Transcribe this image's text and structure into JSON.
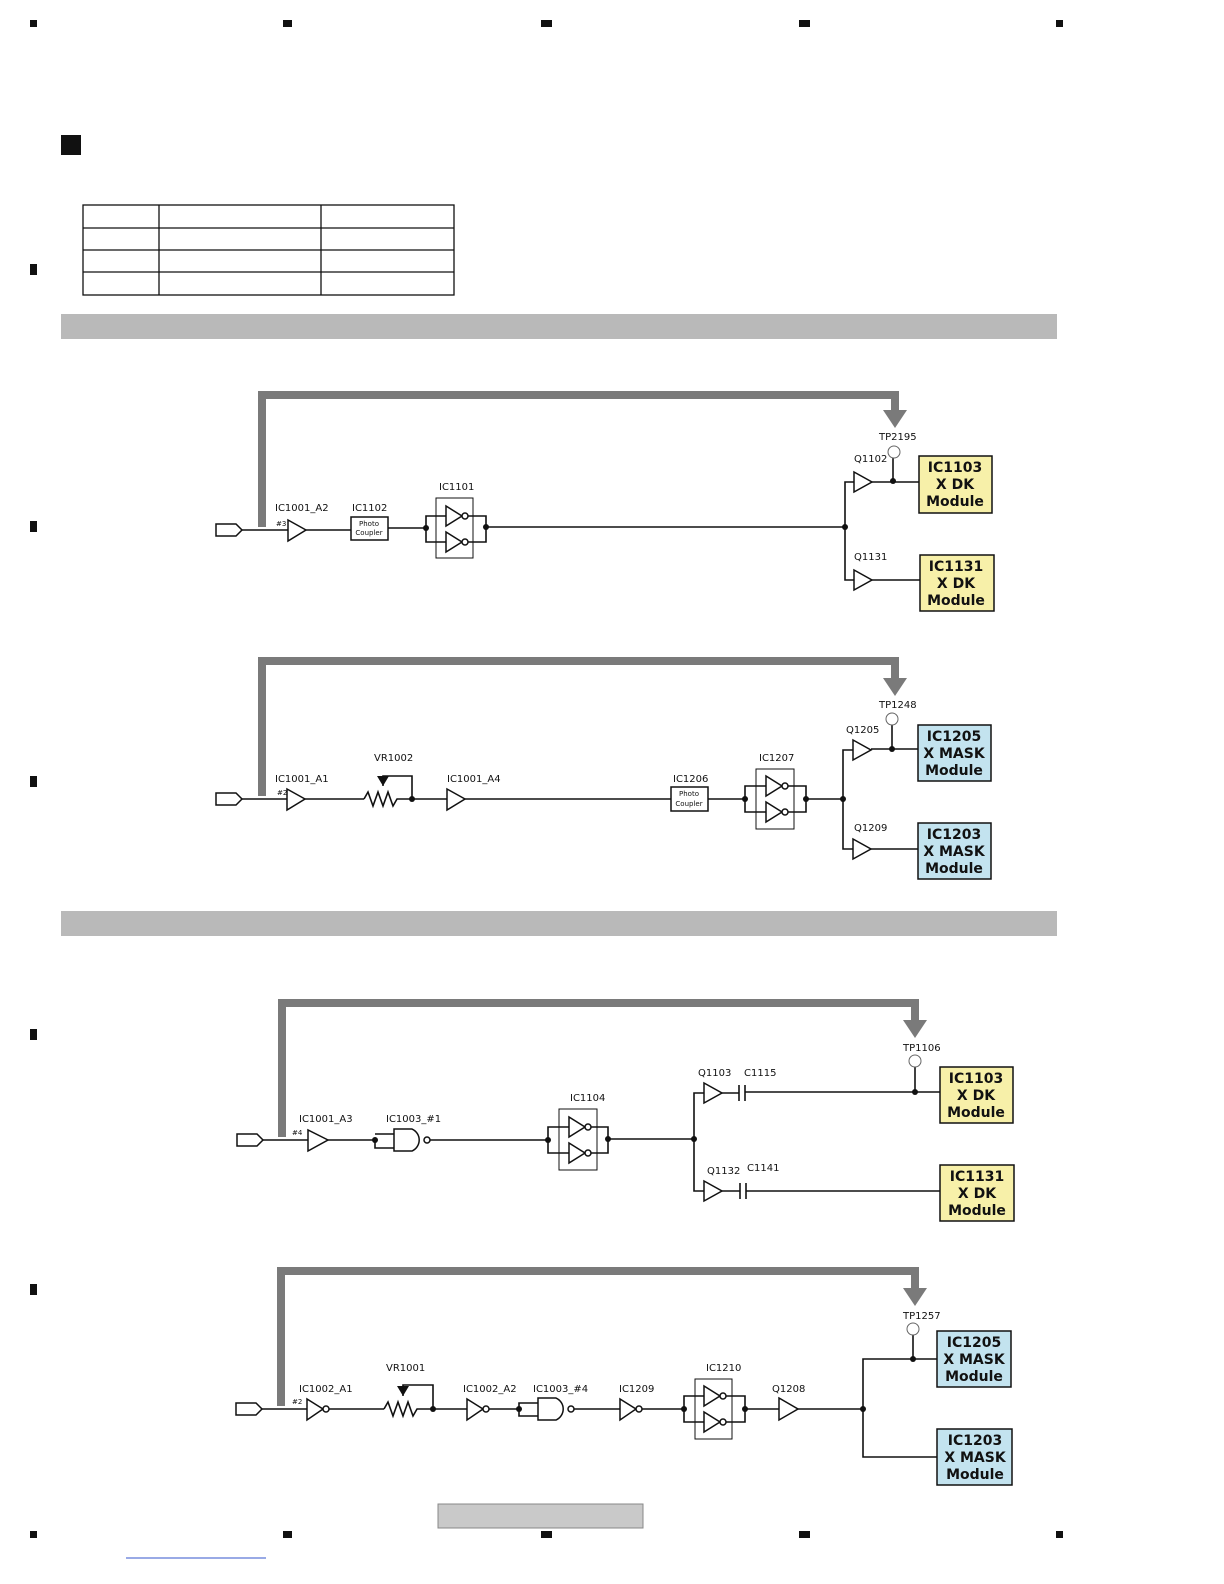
{
  "reference_table": {
    "rows": 4,
    "cols": 3
  },
  "colors": {
    "feedback_arrow": "#7a7a7a",
    "section_bar": "#b9b9b9",
    "dk_module": "#f7f0a9",
    "mask_module": "#c3e3ef"
  },
  "diagrams": [
    {
      "id": "d1",
      "input_pin": "#3",
      "components": [
        "IC1001_A2",
        "IC1102",
        "IC1101"
      ],
      "photo_coupler": [
        "Photo",
        "Coupler"
      ],
      "test_point": "TP2195",
      "branch_top": {
        "transistor": "Q1102",
        "module": [
          "IC1103",
          "X DK",
          "Module"
        ]
      },
      "branch_bottom": {
        "transistor": "Q1131",
        "module": [
          "IC1131",
          "X DK",
          "Module"
        ]
      }
    },
    {
      "id": "d2",
      "input_pin": "#2",
      "components": [
        "IC1001_A1",
        "VR1002",
        "IC1001_A4",
        "IC1206",
        "IC1207"
      ],
      "photo_coupler": [
        "Photo",
        "Coupler"
      ],
      "test_point": "TP1248",
      "branch_top": {
        "transistor": "Q1205",
        "module": [
          "IC1205",
          "X MASK",
          "Module"
        ]
      },
      "branch_bottom": {
        "transistor": "Q1209",
        "module": [
          "IC1203",
          "X MASK",
          "Module"
        ]
      }
    },
    {
      "id": "d3",
      "input_pin": "#4",
      "components": [
        "IC1001_A3",
        "IC1003_#1",
        "IC1104"
      ],
      "test_point": "TP1106",
      "branch_top": {
        "transistor": "Q1103",
        "capacitor": "C1115",
        "module": [
          "IC1103",
          "X DK",
          "Module"
        ]
      },
      "branch_bottom": {
        "transistor": "Q1132",
        "capacitor": "C1141",
        "module": [
          "IC1131",
          "X DK",
          "Module"
        ]
      }
    },
    {
      "id": "d4",
      "input_pin": "#2",
      "components": [
        "IC1002_A1",
        "VR1001",
        "IC1002_A2",
        "IC1003_#4",
        "IC1209",
        "IC1210",
        "Q1208"
      ],
      "test_point": "TP1257",
      "branch_top": {
        "module": [
          "IC1205",
          "X MASK",
          "Module"
        ]
      },
      "branch_bottom": {
        "module": [
          "IC1203",
          "X MASK",
          "Module"
        ]
      }
    }
  ]
}
